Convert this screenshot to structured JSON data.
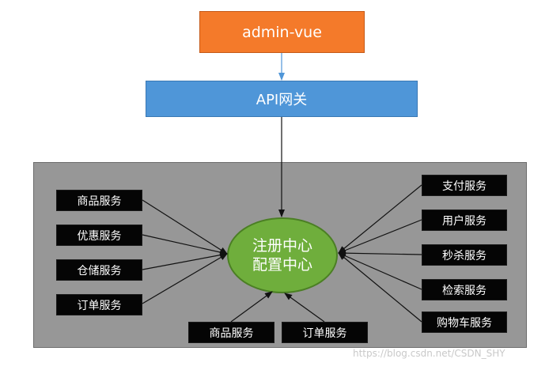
{
  "top_node": {
    "label": "admin-vue",
    "color": "#f47a2a"
  },
  "gateway": {
    "label": "API网关",
    "color": "#4f96d8"
  },
  "center": {
    "line1": "注册中心",
    "line2": "配置中心",
    "color": "#6fae3c"
  },
  "left_services": [
    "商品服务",
    "优惠服务",
    "仓储服务",
    "订单服务"
  ],
  "right_services": [
    "支付服务",
    "用户服务",
    "秒杀服务",
    "检索服务",
    "购物车服务"
  ],
  "bottom_services": [
    "商品服务",
    "订单服务"
  ],
  "watermark": "https://blog.csdn.net/CSDN_SHY",
  "colors": {
    "panel": "#979797",
    "service_box": "#050505",
    "arrow": "#111111"
  }
}
